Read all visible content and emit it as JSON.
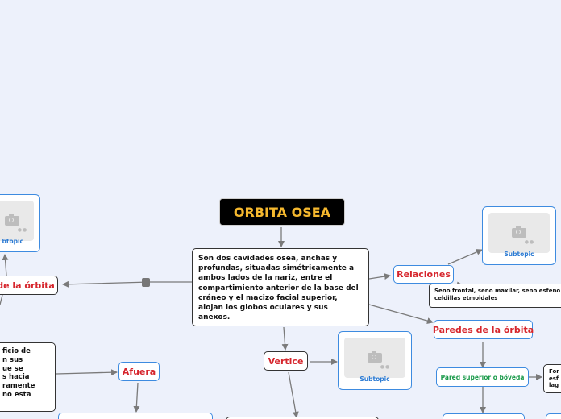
{
  "central": {
    "title": "ORBITA OSEA",
    "description": "Son dos cavidades osea, anchas y\nprofundas, situadas simétricamente a\nambos lados de la nariz, entre el\ncompartimiento anterior de la base del\ncráneo y el macizo facial superior,\nalojan los globos oculares y sus\nanexos."
  },
  "topics": {
    "relaciones": "Relaciones",
    "relaciones_text": "Seno frontal, seno maxilar, seno esfeno\nceldillas etmoidales",
    "paredes": "Paredes de la órbita",
    "pared_superior": "Pared superior o bóveda",
    "pared_superior_text": "For\nesf\nlag",
    "vertice": "Vertice",
    "afuera": "Afuera",
    "afuera_text": "ficio de\nn sus\nue se\ns hacia\nramente\nno esta",
    "left_topic": "de la órbita"
  },
  "images": {
    "caption": "Subtopic",
    "left_caption": "btopic"
  },
  "colors": {
    "background": "#edf1fb",
    "title_bg": "#000000",
    "title_text": "#f5b82e",
    "topic_text": "#d6262d",
    "subtopic_text": "#1a9a4a",
    "image_caption": "#2c7bd3",
    "border_blue": "#3d8be0",
    "connector": "#7a7a7a"
  }
}
